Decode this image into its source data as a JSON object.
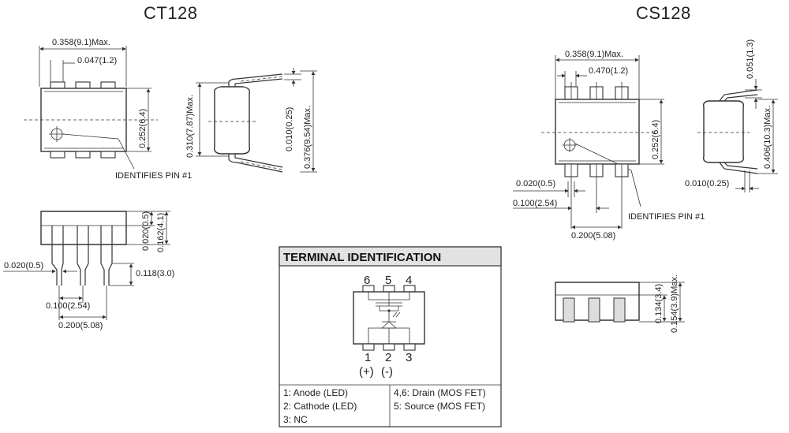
{
  "titles": {
    "left": "CT128",
    "right": "CS128"
  },
  "ct128": {
    "top_width": "0.358(9.1)Max.",
    "pin_width": "0.047(1.2)",
    "body_height": "0.252(6.4)",
    "identifies_pin": "IDENTIFIES PIN #1",
    "side_height": "0.310(7.87)Max.",
    "lead_thickness": "0.010(0.25)",
    "lead_span": "0.376(9.54)Max.",
    "front_lead_top": "0.020(0.5)",
    "front_height": "0.162(4.1)",
    "lead_dia": "0.020(0.5)",
    "lead_len": "0.118(3.0)",
    "pitch": "0.100(2.54)",
    "pitch2": "0.200(5.08)"
  },
  "cs128": {
    "top_width": "0.358(9.1)Max.",
    "pad_width": "0.470(1.2)",
    "body_height": "0.252(6.4)",
    "foot_height": "0.051(1.3)",
    "span": "0.406(10.3)Max.",
    "foot_thick": "0.010(0.25)",
    "pad_gap": "0.020(0.5)",
    "pitch": "0.100(2.54)",
    "pitch2": "0.200(5.08)",
    "identifies_pin": "IDENTIFIES PIN #1",
    "front_height": "0.134(3.4)",
    "front_max": "0.154(3.9)Max."
  },
  "terminal": {
    "heading": "TERMINAL IDENTIFICATION",
    "top_pins": [
      "6",
      "5",
      "4"
    ],
    "bottom_pins": [
      "1",
      "2",
      "3"
    ],
    "polarity": [
      "(+)",
      "(-)"
    ],
    "legend_left": [
      "1: Anode (LED)",
      "2: Cathode (LED)",
      "3: NC"
    ],
    "legend_right": [
      "4,6: Drain (MOS FET)",
      "5: Source (MOS FET)"
    ]
  }
}
